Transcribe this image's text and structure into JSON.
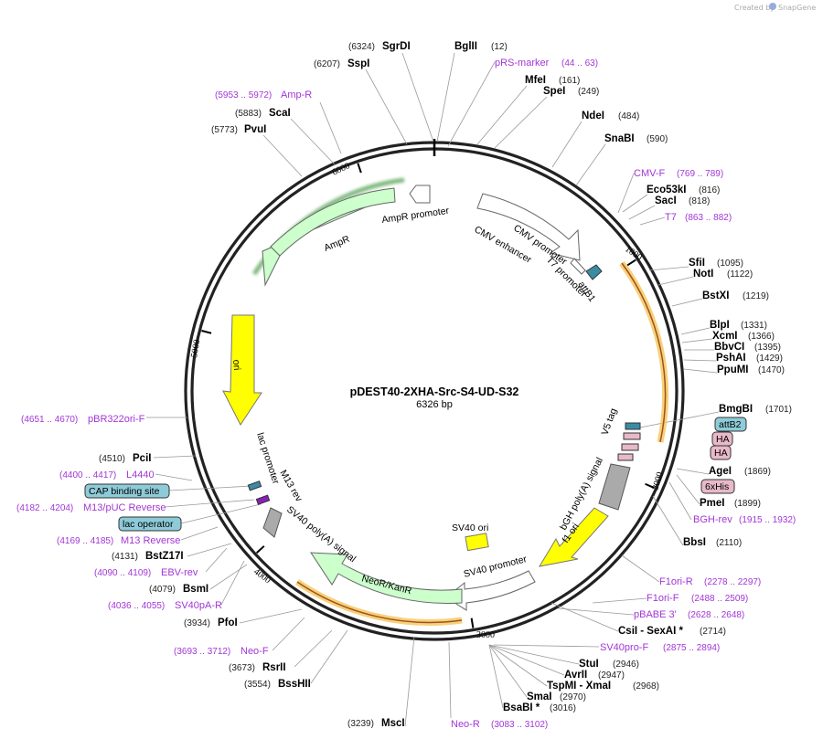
{
  "watermark": "Created by",
  "brand": "SnapGene",
  "plasmid": {
    "name": "pDEST40-2XHA-Src-S4-UD-S32",
    "size": "6326 bp"
  },
  "ticks": [
    "1000",
    "2000",
    "3000",
    "4000",
    "5000",
    "6000"
  ],
  "sites_top": [
    {
      "name": "SgrDI",
      "pos": "(6324)"
    },
    {
      "name": "SspI",
      "pos": "(6207)"
    },
    {
      "name": "ScaI",
      "pos": "(5883)"
    },
    {
      "name": "PvuI",
      "pos": "(5773)"
    },
    {
      "name": "BglII",
      "pos": "(12)"
    },
    {
      "name": "MfeI",
      "pos": "(161)"
    },
    {
      "name": "SpeI",
      "pos": "(249)"
    },
    {
      "name": "NdeI",
      "pos": "(484)"
    },
    {
      "name": "SnaBI",
      "pos": "(590)"
    },
    {
      "name": "Eco53kI",
      "pos": "(816)"
    },
    {
      "name": "SacI",
      "pos": "(818)"
    }
  ],
  "sites_right": [
    {
      "name": "SfiI",
      "pos": "(1095)"
    },
    {
      "name": "NotI",
      "pos": "(1122)"
    },
    {
      "name": "BstXI",
      "pos": "(1219)"
    },
    {
      "name": "BlpI",
      "pos": "(1331)"
    },
    {
      "name": "XcmI",
      "pos": "(1366)"
    },
    {
      "name": "BbvCI",
      "pos": "(1395)"
    },
    {
      "name": "PshAI",
      "pos": "(1429)"
    },
    {
      "name": "PpuMI",
      "pos": "(1470)"
    },
    {
      "name": "BmgBI",
      "pos": "(1701)"
    },
    {
      "name": "AgeI",
      "pos": "(1869)"
    },
    {
      "name": "PmeI",
      "pos": "(1899)"
    },
    {
      "name": "BbsI",
      "pos": "(2110)"
    }
  ],
  "sites_bottom": [
    {
      "name": "CsiI  - SexAI *",
      "pos": "(2714)"
    },
    {
      "name": "StuI",
      "pos": "(2946)"
    },
    {
      "name": "AvrII",
      "pos": "(2947)"
    },
    {
      "name": "TspMI  - XmaI",
      "pos": "(2968)"
    },
    {
      "name": "SmaI",
      "pos": "(2970)"
    },
    {
      "name": "BsaBI *",
      "pos": "(3016)"
    },
    {
      "name": "MscI",
      "pos": "(3239)"
    },
    {
      "name": "BssHII",
      "pos": "(3554)"
    },
    {
      "name": "RsrII",
      "pos": "(3673)"
    },
    {
      "name": "PfoI",
      "pos": "(3934)"
    },
    {
      "name": "BsmI",
      "pos": "(4079)"
    },
    {
      "name": "BstZ17I",
      "pos": "(4131)"
    },
    {
      "name": "PciI",
      "pos": "(4510)"
    }
  ],
  "primers": [
    {
      "name": "pRS-marker",
      "pos": "(44 .. 63)"
    },
    {
      "name": "Amp-R",
      "pos": "(5953 .. 5972)"
    },
    {
      "name": "CMV-F",
      "pos": "(769 .. 789)"
    },
    {
      "name": "T7",
      "pos": "(863 .. 882)"
    },
    {
      "name": "BGH-rev",
      "pos": "(1915 .. 1932)"
    },
    {
      "name": "F1ori-R",
      "pos": "(2278 .. 2297)"
    },
    {
      "name": "F1ori-F",
      "pos": "(2488 .. 2509)"
    },
    {
      "name": "pBABE 3'",
      "pos": "(2628 .. 2648)"
    },
    {
      "name": "SV40pro-F",
      "pos": "(2875 .. 2894)"
    },
    {
      "name": "Neo-R",
      "pos": "(3083 .. 3102)"
    },
    {
      "name": "Neo-F",
      "pos": "(3693 .. 3712)"
    },
    {
      "name": "SV40pA-R",
      "pos": "(4036 .. 4055)"
    },
    {
      "name": "EBV-rev",
      "pos": "(4090 .. 4109)"
    },
    {
      "name": "M13 Reverse",
      "pos": "(4169 .. 4185)"
    },
    {
      "name": "M13/pUC Reverse",
      "pos": "(4182 .. 4204)"
    },
    {
      "name": "L4440",
      "pos": "(4400 .. 4417)"
    },
    {
      "name": "pBR322ori-F",
      "pos": "(4651 .. 4670)"
    }
  ],
  "badges": [
    "attB2",
    "HA",
    "HA",
    "6xHis",
    "CAP binding site",
    "lac operator"
  ],
  "features": {
    "ampr_promoter": "AmpR promoter",
    "ampr": "AmpR",
    "cmv_enhancer": "CMV enhancer",
    "cmv_promoter": "CMV promoter",
    "t7_promoter": "T7 promoter",
    "attb1": "attB1",
    "ori": "ori",
    "v5": "V5 tag",
    "bgh": "bGH poly(A) signal",
    "f1": "f1 ori",
    "sv40_ori": "SV40 ori",
    "sv40_promoter": "SV40 promoter",
    "neo": "NeoR/KanR",
    "sv40_pa": "SV40 poly(A) signal",
    "m13rev": "M13 rev",
    "lac": "lac promoter"
  },
  "colors": {
    "primer": "#a236d6",
    "ori": "#ffff00",
    "resistance": "#ccffcc",
    "orf_glow": "#f5c65a",
    "badge_blue": "#8ecbd8",
    "badge_pink": "#e8b9c8"
  }
}
